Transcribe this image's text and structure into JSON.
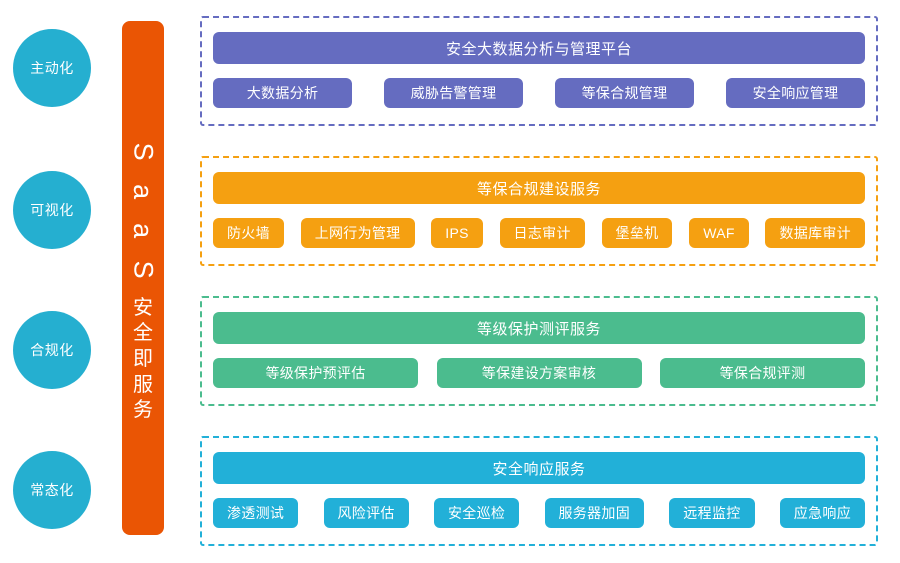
{
  "stages": {
    "items": [
      {
        "label": "主动化"
      },
      {
        "label": "可视化"
      },
      {
        "label": "合规化"
      },
      {
        "label": "常态化"
      }
    ],
    "circle_color": "#25AFD0"
  },
  "spine": {
    "latin_chars": [
      "S",
      "a",
      "a",
      "S"
    ],
    "cjk_chars": [
      "安",
      "全",
      "即",
      "服",
      "务"
    ],
    "full_text": "SaaS 安全即服务",
    "color": "#EA5504"
  },
  "groups": [
    {
      "header": "安全大数据分析与管理平台",
      "color": "#656CC0",
      "items": [
        {
          "label": "大数据分析"
        },
        {
          "label": "威胁告警管理"
        },
        {
          "label": "等保合规管理"
        },
        {
          "label": "安全响应管理"
        }
      ]
    },
    {
      "header": "等保合规建设服务",
      "color": "#F5A011",
      "items": [
        {
          "label": "防火墙"
        },
        {
          "label": "上网行为管理"
        },
        {
          "label": "IPS"
        },
        {
          "label": "日志审计"
        },
        {
          "label": "堡垒机"
        },
        {
          "label": "WAF"
        },
        {
          "label": "数据库审计"
        }
      ]
    },
    {
      "header": "等级保护测评服务",
      "color": "#4BBC8E",
      "items": [
        {
          "label": "等级保护预评估"
        },
        {
          "label": "等保建设方案审核"
        },
        {
          "label": "等保合规评测"
        }
      ]
    },
    {
      "header": "安全响应服务",
      "color": "#22B0D8",
      "items": [
        {
          "label": "渗透测试"
        },
        {
          "label": "风险评估"
        },
        {
          "label": "安全巡检"
        },
        {
          "label": "服务器加固"
        },
        {
          "label": "远程监控"
        },
        {
          "label": "应急响应"
        }
      ]
    }
  ]
}
